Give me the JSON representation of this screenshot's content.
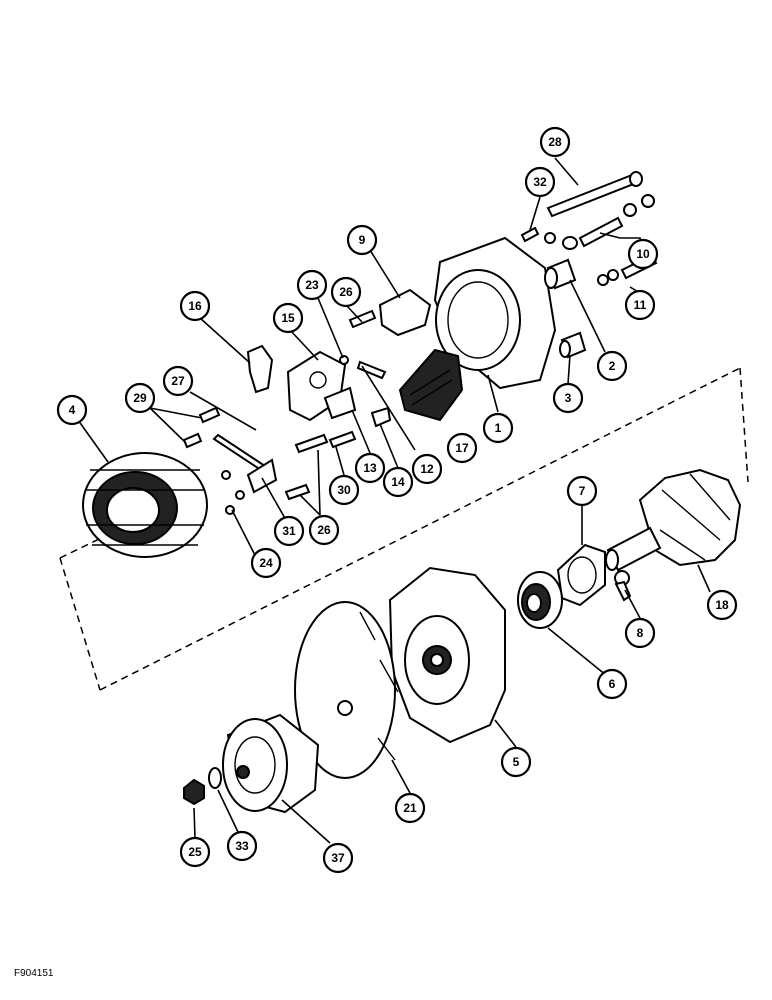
{
  "figure": {
    "code": "F904151"
  },
  "callouts": [
    {
      "id": "c1",
      "label": "1"
    },
    {
      "id": "c2",
      "label": "2"
    },
    {
      "id": "c3",
      "label": "3"
    },
    {
      "id": "c4",
      "label": "4"
    },
    {
      "id": "c5",
      "label": "5"
    },
    {
      "id": "c6",
      "label": "6"
    },
    {
      "id": "c7",
      "label": "7"
    },
    {
      "id": "c8",
      "label": "8"
    },
    {
      "id": "c9",
      "label": "9"
    },
    {
      "id": "c10",
      "label": "10"
    },
    {
      "id": "c11",
      "label": "11"
    },
    {
      "id": "c12",
      "label": "12"
    },
    {
      "id": "c13",
      "label": "13"
    },
    {
      "id": "c14",
      "label": "14"
    },
    {
      "id": "c15",
      "label": "15"
    },
    {
      "id": "c16",
      "label": "16"
    },
    {
      "id": "c17",
      "label": "17"
    },
    {
      "id": "c18",
      "label": "18"
    },
    {
      "id": "c21",
      "label": "21"
    },
    {
      "id": "c23",
      "label": "23"
    },
    {
      "id": "c24",
      "label": "24"
    },
    {
      "id": "c25",
      "label": "25"
    },
    {
      "id": "c26a",
      "label": "26"
    },
    {
      "id": "c26b",
      "label": "26"
    },
    {
      "id": "c27",
      "label": "27"
    },
    {
      "id": "c28",
      "label": "28"
    },
    {
      "id": "c29",
      "label": "29"
    },
    {
      "id": "c30",
      "label": "30"
    },
    {
      "id": "c31",
      "label": "31"
    },
    {
      "id": "c32",
      "label": "32"
    },
    {
      "id": "c33",
      "label": "33"
    },
    {
      "id": "c37",
      "label": "37"
    }
  ]
}
